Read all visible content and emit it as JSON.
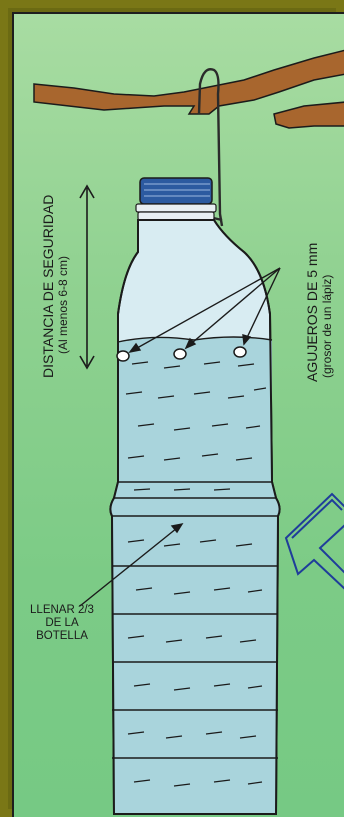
{
  "labels": {
    "safety_distance": "DISTANCIA DE SEGURIDAD",
    "safety_distance_note": "(Al menos 6-8 cm)",
    "holes": "AGUJEROS DE 5 mm",
    "holes_note": "(grosor de un lápiz)",
    "fill_line1": "LLENAR 2/3",
    "fill_line2": "DE LA",
    "fill_line3": "BOTELLA"
  },
  "colors": {
    "background": "#8fd190",
    "frame": "#6b6a12",
    "branch": "#a8662e",
    "bottle_cap": "#2c5aa0",
    "bottle_empty": "#d8ecf2",
    "bottle_water": "#a9d4dc",
    "outline": "#1b1b1b",
    "tool_outline": "#1f3d9a"
  },
  "icons": [
    "branch",
    "wire-hook",
    "bottle",
    "bottle-cap",
    "water",
    "holes",
    "arrow",
    "dimension-arrow",
    "t-tool"
  ]
}
